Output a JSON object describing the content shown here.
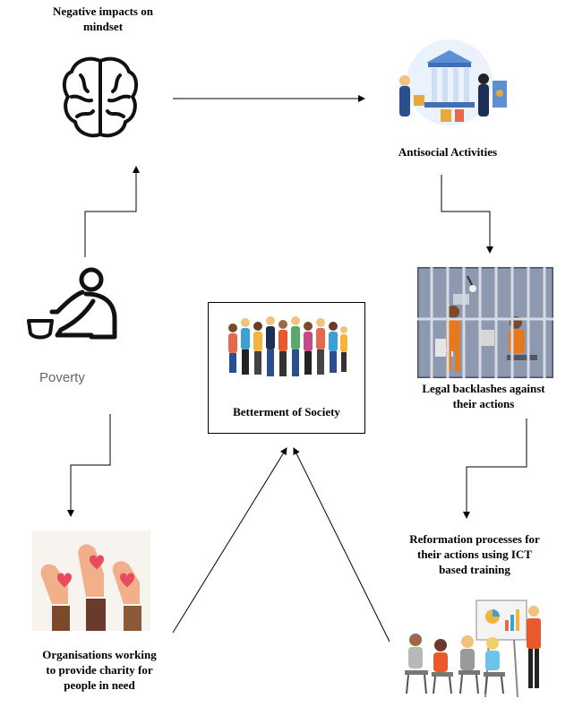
{
  "nodes": {
    "mindset": {
      "label": "Negative impacts on\nmindset",
      "icon": "brain-icon"
    },
    "antisocial": {
      "label": "Antisocial Activities",
      "icon": "bank-robbery-icon"
    },
    "legal": {
      "label": "Legal backlashes against\ntheir actions",
      "icon": "prison-cell-icon"
    },
    "reformation": {
      "label": "Reformation processes for\ntheir actions using ICT\nbased training",
      "icon": "training-session-icon"
    },
    "charity": {
      "label": "Organisations working\nto provide charity for\npeople in need",
      "icon": "helping-hands-icon"
    },
    "poverty": {
      "label": "Poverty",
      "icon": "beggar-icon"
    },
    "society": {
      "label": "Betterment of Society",
      "icon": "crowd-icon"
    }
  }
}
